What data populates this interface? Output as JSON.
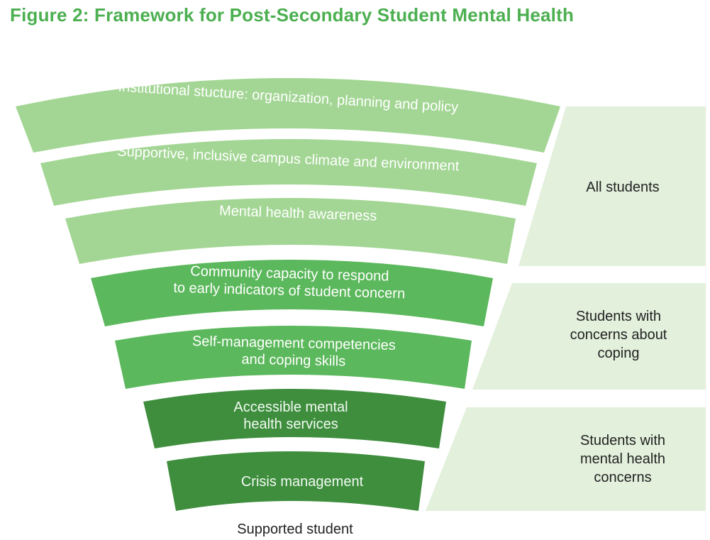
{
  "title": "Figure 2: Framework for Post-Secondary Student Mental Health",
  "colors": {
    "title_green": "#4caf50",
    "band_light": "#a3d694",
    "band_medium": "#5cb85c",
    "band_dark": "#3e8e3e",
    "panel_bg": "#e2f0dc"
  },
  "bands": [
    {
      "lines": [
        "Institutional stucture: organization, planning and policy"
      ],
      "tier": "light"
    },
    {
      "lines": [
        "Supportive, inclusive campus climate and environment"
      ],
      "tier": "light"
    },
    {
      "lines": [
        "Mental health awareness"
      ],
      "tier": "light"
    },
    {
      "lines": [
        "Community capacity to respond",
        "to early indicators of student concern"
      ],
      "tier": "medium"
    },
    {
      "lines": [
        "Self-management competencies",
        "and coping skills"
      ],
      "tier": "medium"
    },
    {
      "lines": [
        "Accessible mental",
        "health services"
      ],
      "tier": "dark"
    },
    {
      "lines": [
        "Crisis management"
      ],
      "tier": "dark"
    }
  ],
  "panels": [
    {
      "lines": [
        "All students"
      ]
    },
    {
      "lines": [
        "Students with",
        "concerns about",
        "coping"
      ]
    },
    {
      "lines": [
        "Students with",
        "mental health",
        "concerns"
      ]
    }
  ],
  "footer": "Supported student"
}
